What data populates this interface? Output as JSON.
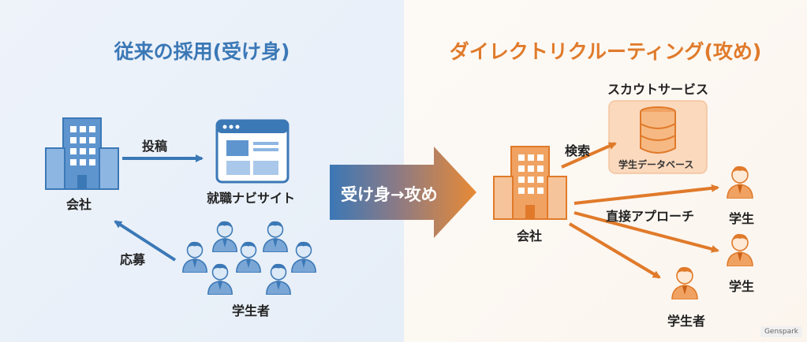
{
  "left": {
    "title": "従来の採用(受け身)",
    "company_label": "会社",
    "post_label": "投稿",
    "site_label": "就職ナビサイト",
    "apply_label": "応募",
    "students_label": "学生者"
  },
  "banner": {
    "label": "受け身→攻め"
  },
  "right": {
    "title": "ダイレクトリクルーティング(攻め)",
    "scout_service_label": "スカウトサービス",
    "database_label": "学生データベース",
    "search_label": "検索",
    "company_label": "会社",
    "direct_approach_label": "直接アプローチ",
    "student1_label": "学生",
    "student2_label": "学生",
    "student3_label": "学生者"
  },
  "watermark": "Genspark",
  "colors": {
    "blue": "#3b78b6",
    "orange": "#e07a2a",
    "left_bg": "#e6eef8",
    "right_bg": "#fbf5ee"
  },
  "icons": {
    "company": "building-icon",
    "site": "browser-window-icon",
    "database": "database-icon",
    "person": "person-icon"
  }
}
